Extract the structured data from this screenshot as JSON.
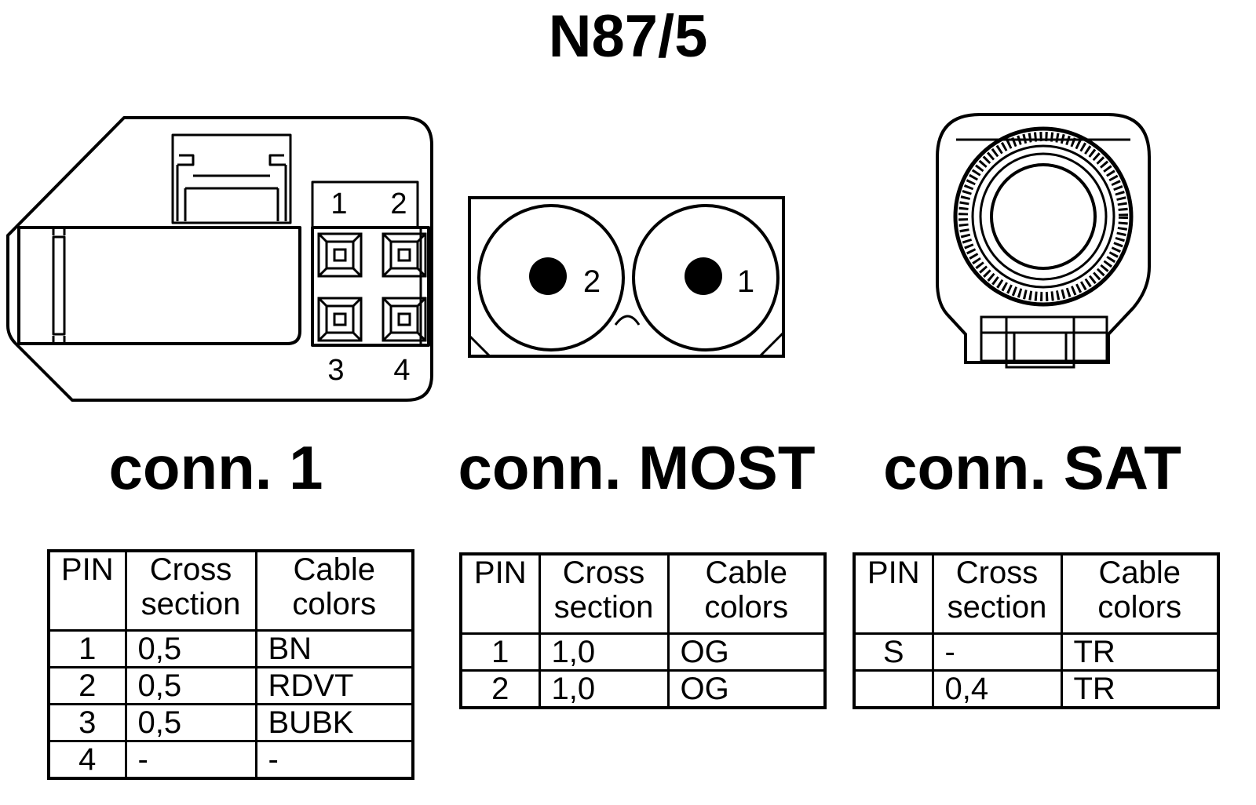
{
  "title": "N87/5",
  "connectors": [
    {
      "label": "conn. 1",
      "pin_labels": [
        "1",
        "2",
        "3",
        "4"
      ],
      "table": {
        "headers": [
          [
            "PIN"
          ],
          [
            "Cross",
            "section"
          ],
          [
            "Cable",
            "colors"
          ]
        ],
        "rows": [
          [
            "1",
            "0,5",
            "BN"
          ],
          [
            "2",
            "0,5",
            "RDVT"
          ],
          [
            "3",
            "0,5",
            "BUBK"
          ],
          [
            "4",
            "-",
            "-"
          ]
        ]
      }
    },
    {
      "label": "conn. MOST",
      "pin_labels": [
        "2",
        "1"
      ],
      "table": {
        "headers": [
          [
            "PIN"
          ],
          [
            "Cross",
            "section"
          ],
          [
            "Cable",
            "colors"
          ]
        ],
        "rows": [
          [
            "1",
            "1,0",
            "OG"
          ],
          [
            "2",
            "1,0",
            "OG"
          ]
        ]
      }
    },
    {
      "label": "conn. SAT",
      "table": {
        "headers": [
          [
            "PIN"
          ],
          [
            "Cross",
            "section"
          ],
          [
            "Cable",
            "colors"
          ]
        ],
        "rows": [
          [
            "S",
            "-",
            "TR"
          ],
          [
            "",
            "0,4",
            "TR"
          ]
        ]
      }
    }
  ]
}
